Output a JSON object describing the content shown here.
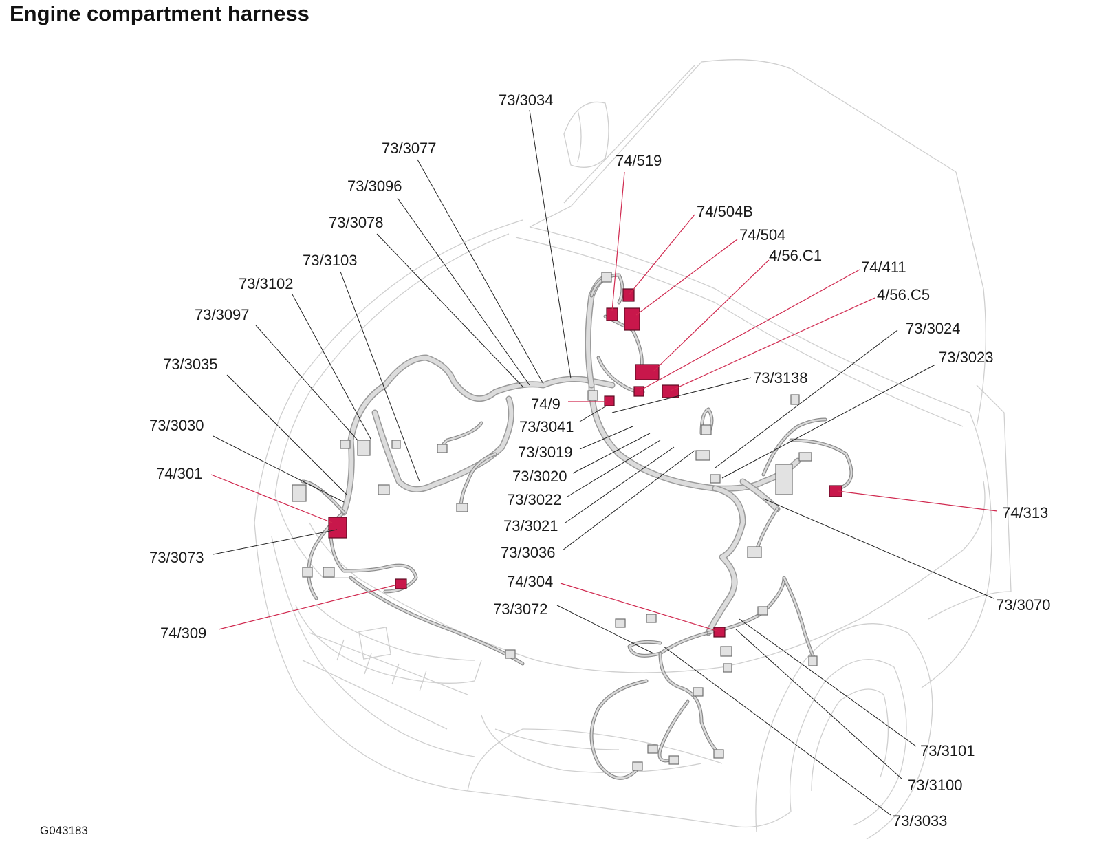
{
  "title": "Engine compartment harness",
  "drawing_code": "G043183",
  "colors": {
    "highlight": "#c8174b",
    "harness": "#9a9a9a",
    "car_outline": "#cfcfcf",
    "leader_highlight": "#d0294f"
  },
  "labels": {
    "l3034": "73/3034",
    "l3077": "73/3077",
    "l3096": "73/3096",
    "l3078": "73/3078",
    "l3103": "73/3103",
    "l3102": "73/3102",
    "l3097": "73/3097",
    "l3035": "73/3035",
    "l3030": "73/3030",
    "l301": "74/301",
    "l3073": "73/3073",
    "l309": "74/309",
    "l519": "74/519",
    "l504b": "74/504B",
    "l504": "74/504",
    "l456c1": "4/56.C1",
    "l411": "74/411",
    "l456c5": "4/56.C5",
    "l3024": "73/3024",
    "l3023": "73/3023",
    "l3138": "73/3138",
    "l749": "74/9",
    "l3041": "73/3041",
    "l3019": "73/3019",
    "l3020": "73/3020",
    "l3022": "73/3022",
    "l3021": "73/3021",
    "l3036": "73/3036",
    "l313": "74/313",
    "l3070": "73/3070",
    "l304": "74/304",
    "l3072": "73/3072",
    "l3101": "73/3101",
    "l3100": "73/3100",
    "l3033": "73/3033"
  }
}
